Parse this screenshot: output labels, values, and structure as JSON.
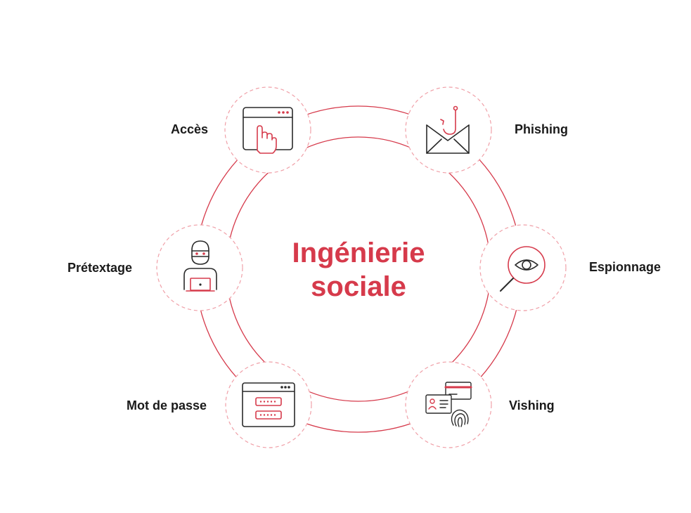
{
  "center": {
    "line1": "Ingénierie",
    "line2": "sociale"
  },
  "colors": {
    "accent": "#d63a4b",
    "dash": "#f0a0a8",
    "icon": "#2a2a2a",
    "text": "#1a1a1a"
  },
  "nodes": [
    {
      "id": "acces",
      "label": "Accès",
      "icon": "browser-click-icon"
    },
    {
      "id": "phishing",
      "label": "Phishing",
      "icon": "envelope-hook-icon"
    },
    {
      "id": "espionnage",
      "label": "Espionnage",
      "icon": "magnifier-eye-icon"
    },
    {
      "id": "vishing",
      "label": "Vishing",
      "icon": "id-card-fingerprint-icon"
    },
    {
      "id": "mot-de-passe",
      "label": "Mot de passe",
      "icon": "password-form-icon"
    },
    {
      "id": "pretextage",
      "label": "Prétextage",
      "icon": "hacker-laptop-icon"
    }
  ]
}
